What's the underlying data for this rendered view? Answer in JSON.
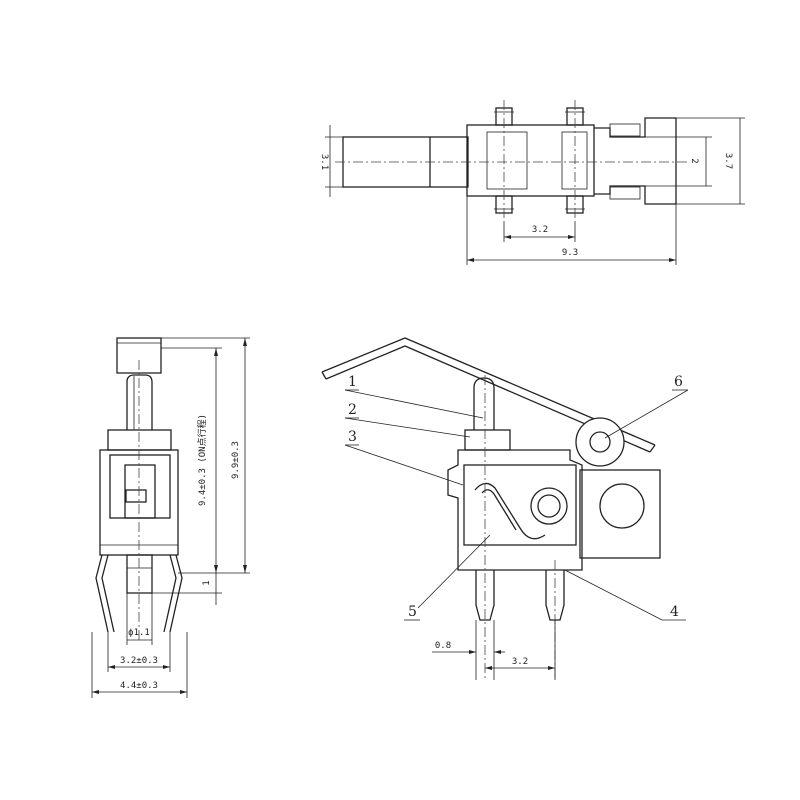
{
  "top_view": {
    "dim_width_total": "9.3",
    "dim_pin_pitch": "3.2",
    "dim_height_left": "3.1",
    "dim_height_right": "3.7",
    "dim_slot": "2"
  },
  "side_view": {
    "dim_stroke_height": "9.4±0.3 (ON点行程)",
    "dim_total_height": "9.9±0.3",
    "dim_base_offset": "1",
    "dim_pin_dia": "ϕ1.1",
    "dim_pin_pitch": "3.2±0.3",
    "dim_total_width": "4.4±0.3"
  },
  "front_view": {
    "dim_pin_width": "0.8",
    "dim_pin_pitch": "3.2",
    "callouts": [
      "1",
      "2",
      "3",
      "4",
      "5",
      "6"
    ]
  }
}
